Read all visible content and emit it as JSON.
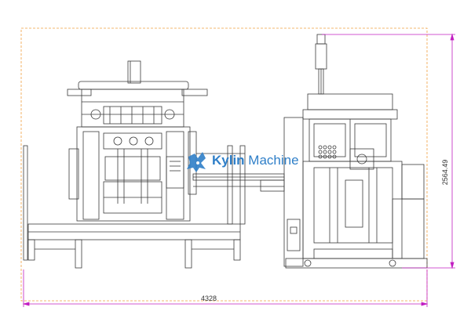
{
  "drawing": {
    "dimensions": {
      "width_label": "4328",
      "height_label": "2564.49"
    },
    "watermark": {
      "brand_bold": "Kylin",
      "brand_rest": " Machine"
    },
    "colors": {
      "line": "#3a3a3a",
      "dimension": "#c21fc2",
      "frame_dashed": "#f0a040",
      "watermark": "#2f7fc8"
    },
    "icons": [
      "kylin-logo-icon"
    ]
  }
}
